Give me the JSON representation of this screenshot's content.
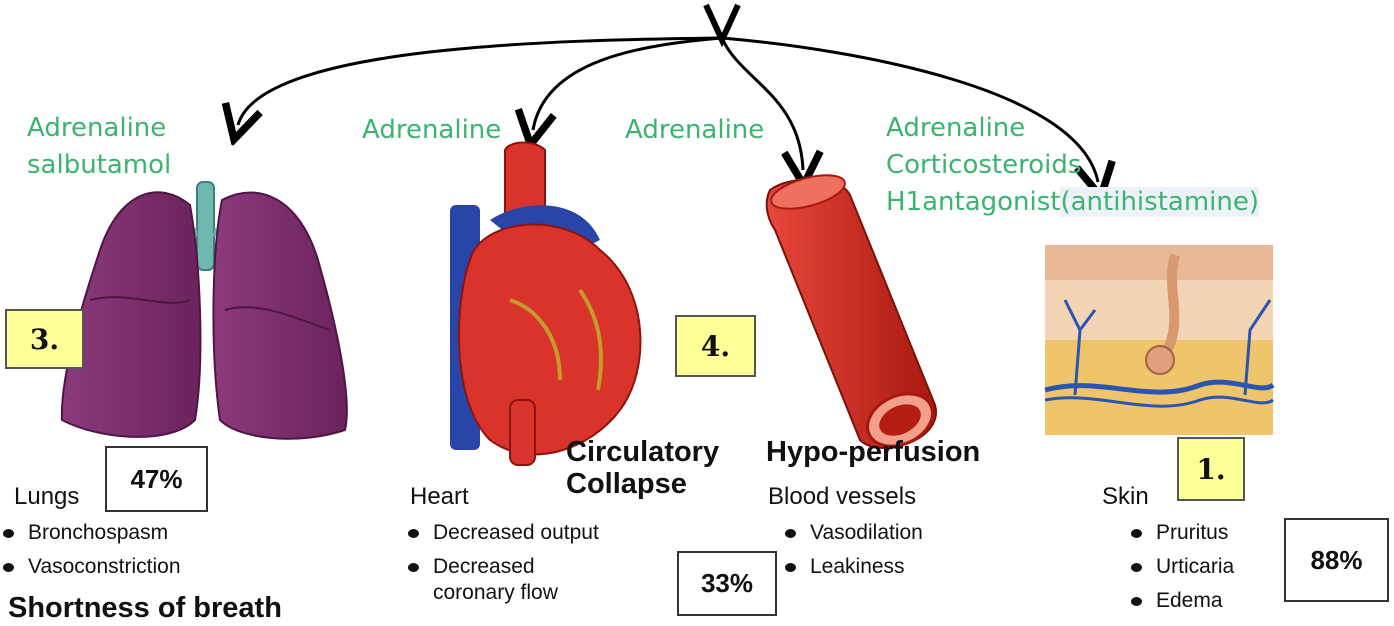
{
  "drugs": {
    "lungs_line1": "Adrenaline",
    "lungs_line2": "salbutamol",
    "heart": "Adrenaline",
    "vessels": "Adrenaline",
    "skin_line1": "Adrenaline",
    "skin_line2": "Corticosteroids",
    "skin_line3a": "H1antagonist",
    "skin_line3b": "(antihistamine)"
  },
  "organs": {
    "lungs": {
      "name": "Lungs",
      "percent": "47%",
      "number": "3.",
      "bullets": [
        "Bronchospasm",
        "Vasoconstriction"
      ],
      "caption": "Shortness of breath"
    },
    "heart": {
      "name": "Heart",
      "number": "4.",
      "percent": "33%",
      "bullets": [
        "Decreased output",
        "Decreased",
        "coronary flow"
      ],
      "caption_line1": "Circulatory",
      "caption_line2": "Collapse"
    },
    "vessels": {
      "name": "Blood vessels",
      "caption": "Hypo-perfusion",
      "bullets": [
        "Vasodilation",
        "Leakiness"
      ]
    },
    "skin": {
      "name": "Skin",
      "number": "1.",
      "percent": "88%",
      "bullets": [
        "Pruritus",
        "Urticaria",
        "Edema"
      ]
    }
  },
  "colors": {
    "drug_text": "#3cb371",
    "number_box": "#ffff99",
    "lung": "#7b2d6b",
    "heart_red": "#d9332b",
    "heart_blue": "#2a45a8",
    "vessel": "#cf2e20",
    "skin_fat": "#f0c46a"
  }
}
